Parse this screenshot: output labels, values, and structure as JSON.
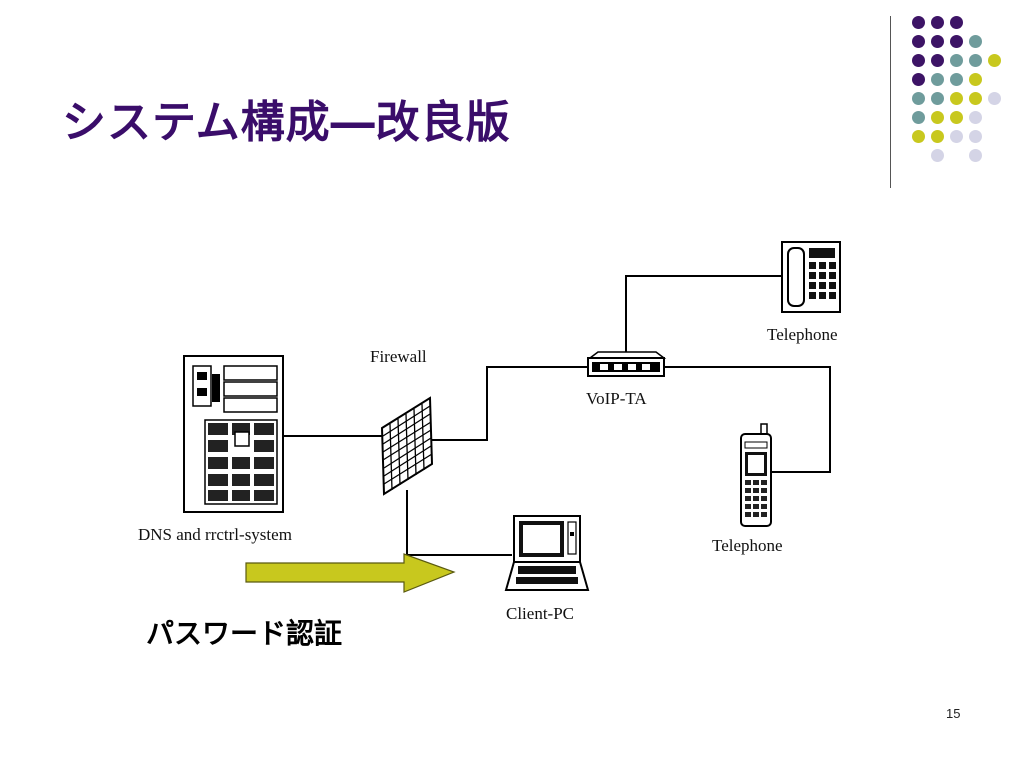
{
  "slide": {
    "title": "システム構成―改良版",
    "auth_label": "パスワード認証",
    "page_number": "15"
  },
  "diagram": {
    "nodes": {
      "server": "DNS and rrctrl-system",
      "firewall": "Firewall",
      "voip_ta": "VoIP-TA",
      "telephone_desk": "Telephone",
      "telephone_mobile": "Telephone",
      "client_pc": "Client-PC"
    }
  },
  "colors": {
    "title": "#3a0d6a",
    "arrow_fill": "#c8c81e",
    "dot_purple": "#3d1466",
    "dot_teal": "#6f9c9c",
    "dot_yellow": "#c8c81e",
    "dot_lavender": "#d4d4e6"
  },
  "decoration": {
    "dot_grid": [
      [
        "purple",
        "purple",
        "purple",
        "",
        ""
      ],
      [
        "purple",
        "purple",
        "purple",
        "teal",
        ""
      ],
      [
        "purple",
        "purple",
        "teal",
        "teal",
        "yellow"
      ],
      [
        "purple",
        "teal",
        "teal",
        "yellow",
        ""
      ],
      [
        "teal",
        "teal",
        "yellow",
        "yellow",
        "lavender"
      ],
      [
        "teal",
        "yellow",
        "yellow",
        "lavender",
        ""
      ],
      [
        "yellow",
        "yellow",
        "lavender",
        "lavender",
        ""
      ],
      [
        "",
        "lavender",
        "",
        "lavender",
        ""
      ]
    ]
  }
}
